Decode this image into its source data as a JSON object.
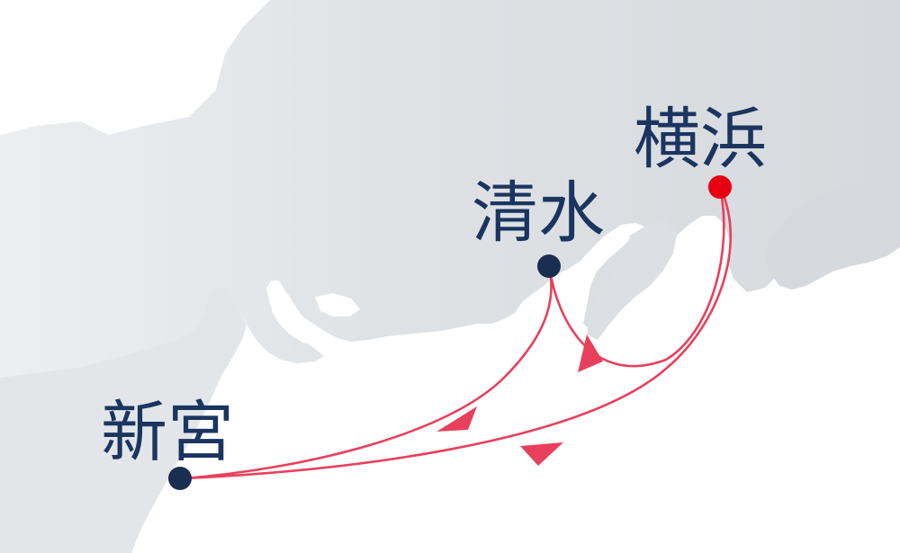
{
  "colors": {
    "land": "#dcdfe3",
    "land_light": "#eceef0",
    "sea": "#ffffff",
    "route": "#e8405c",
    "port": "#1a2e52",
    "origin_port": "#e60012",
    "label": "#1a3560"
  },
  "ports": [
    {
      "id": "yokohama",
      "name": "横浜",
      "role": "origin"
    },
    {
      "id": "shimizu",
      "name": "清水",
      "role": "stop"
    },
    {
      "id": "shingu",
      "name": "新宮",
      "role": "stop"
    }
  ],
  "route": [
    "横浜",
    "新宮",
    "清水",
    "横浜"
  ]
}
